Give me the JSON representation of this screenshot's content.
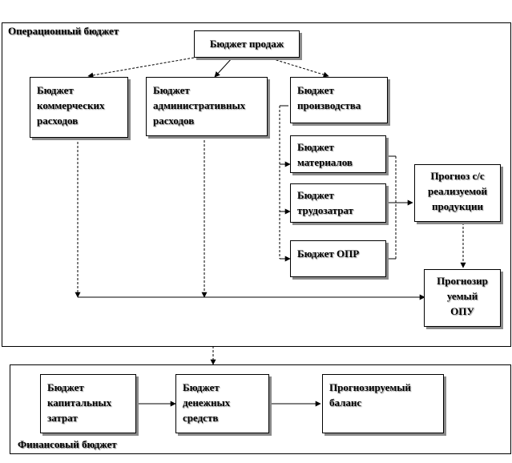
{
  "operational_budget": {
    "label": "Операционный бюджет"
  },
  "financial_budget": {
    "label": "Финансовый бюджет"
  },
  "boxes": {
    "sales": "Бюджет продаж",
    "commercial": "Бюджет\nкоммерческих\nрасходов",
    "administrative": "Бюджет\nадминистративных\nрасходов",
    "production": "Бюджет\nпроизводства",
    "materials": "Бюджет\nматериалов",
    "labor": "Бюджет\nтрудозатрат",
    "overhead": "Бюджет ОПР",
    "cogs_forecast": "Прогноз с/с\nреализуемой\nпродукции",
    "pl_forecast": "Прогнозир\nуемый\nОПУ",
    "capex": "Бюджет\nкапитальных\nзатрат",
    "cash": "Бюджет\nденежных\nсредств",
    "balance": "Прогнозируемый\nбаланс"
  }
}
